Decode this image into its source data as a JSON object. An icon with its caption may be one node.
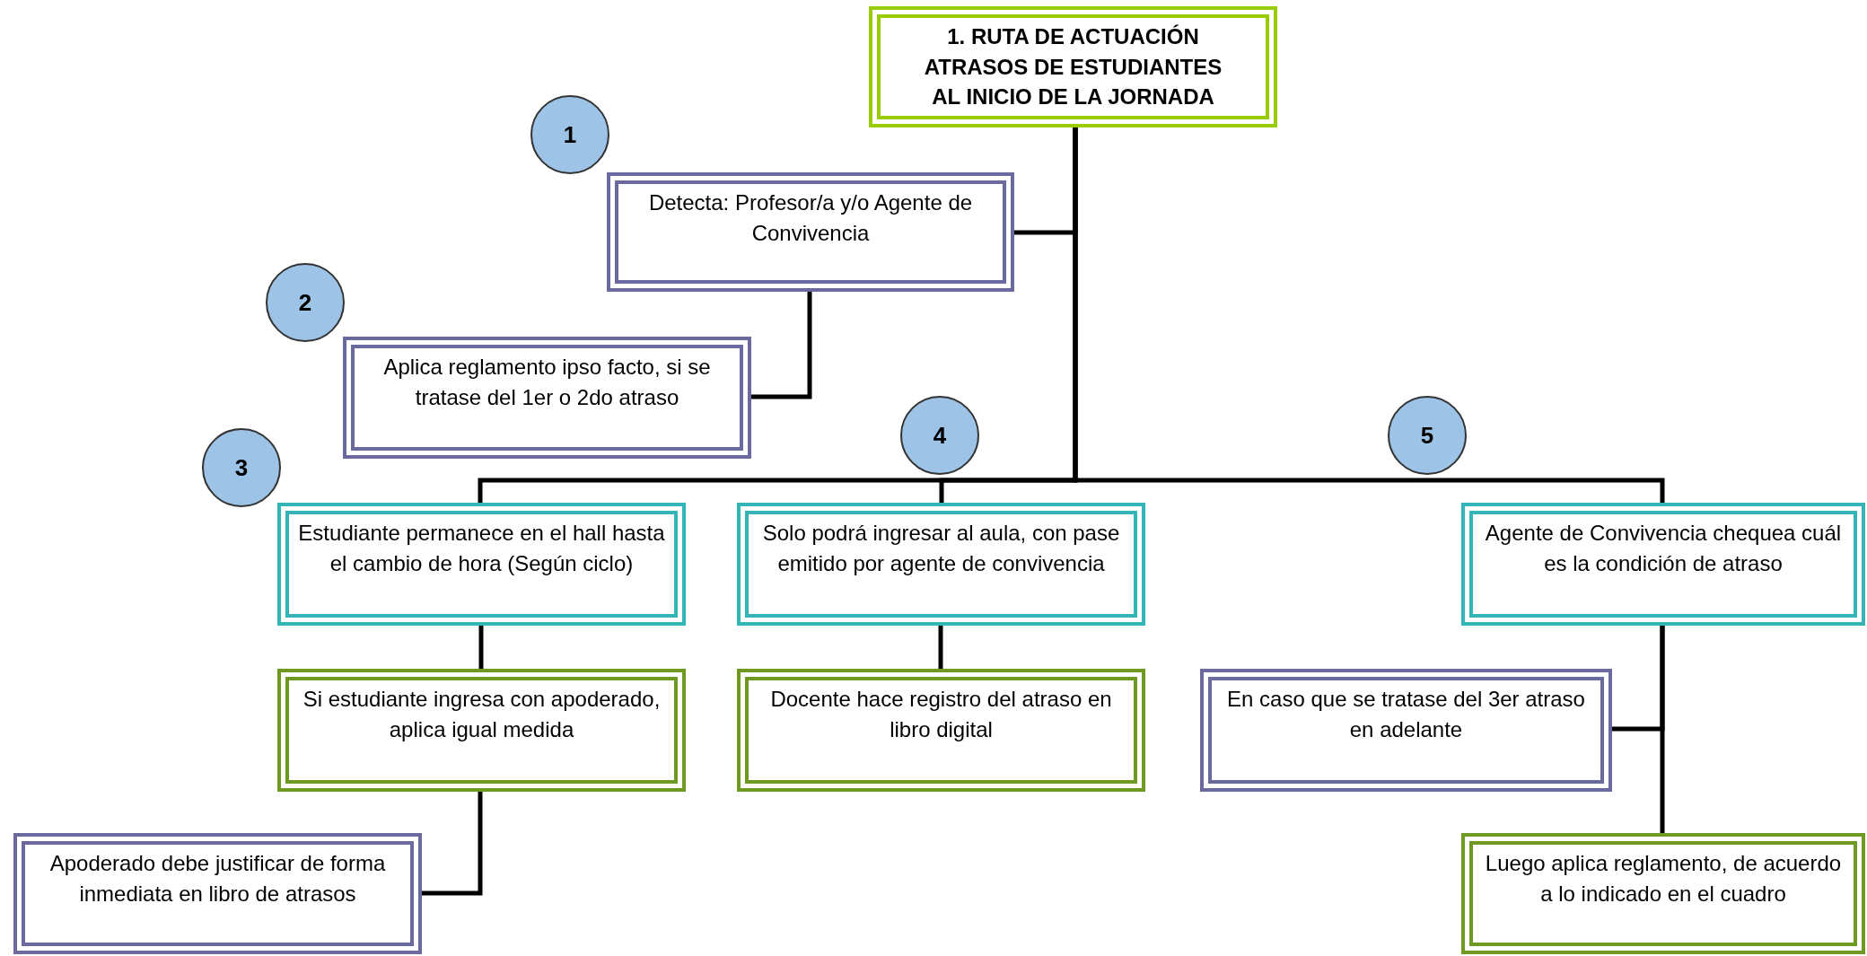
{
  "diagram": {
    "nodes": [
      {
        "text": [
          "1. RUTA DE ACTUACIÓN ATRASOS DE ESTUDIANTES AL INICIO DE LA JORNADA"
        ]
      },
      {
        "text": [
          "1"
        ]
      },
      {
        "text": [
          "Detecta: Profesor/a y/o Agente de Convivencia"
        ]
      },
      {
        "text": [
          "2"
        ]
      },
      {
        "text": [
          "Aplica reglamento ipso facto, si se tratase del 1er o 2do atraso"
        ]
      },
      {
        "text": [
          "3"
        ]
      },
      {
        "text": [
          "4"
        ]
      },
      {
        "text": [
          "5"
        ]
      },
      {
        "text": [
          "Estudiante permanece en el hall hasta el cambio de hora (Según ciclo)"
        ]
      },
      {
        "text": [
          "Solo podrá ingresar al aula, con pase emitido por agente de convivencia"
        ]
      },
      {
        "text": [
          "Agente de Convivencia chequea cuál es la condición de atraso"
        ]
      },
      {
        "text": [
          "Si estudiante ingresa con apoderado, aplica igual medida"
        ]
      },
      {
        "text": [
          "Docente hace registro del atraso en libro digital"
        ]
      },
      {
        "text": [
          "En caso que se tratase del 3er atraso en adelante"
        ]
      },
      {
        "text": [
          "Apoderado debe justificar de forma inmediata en libro de atrasos"
        ]
      },
      {
        "text": [
          "Luego aplica reglamento, de acuerdo a lo indicado en el cuadro"
        ]
      }
    ],
    "edges": [
      {
        "from": 0,
        "to": 2,
        "arrow": "none"
      },
      {
        "from": 0,
        "to": 8,
        "arrow": "none"
      },
      {
        "from": 0,
        "to": 9,
        "arrow": "none"
      },
      {
        "from": 0,
        "to": 10,
        "arrow": "none"
      },
      {
        "from": 2,
        "to": 4,
        "arrow": "none"
      },
      {
        "from": 8,
        "to": 11,
        "arrow": "none"
      },
      {
        "from": 11,
        "to": 14,
        "arrow": "none"
      },
      {
        "from": 9,
        "to": 12,
        "arrow": "none"
      },
      {
        "from": 10,
        "to": 13,
        "arrow": "none"
      },
      {
        "from": 10,
        "to": 15,
        "arrow": "none"
      }
    ]
  }
}
